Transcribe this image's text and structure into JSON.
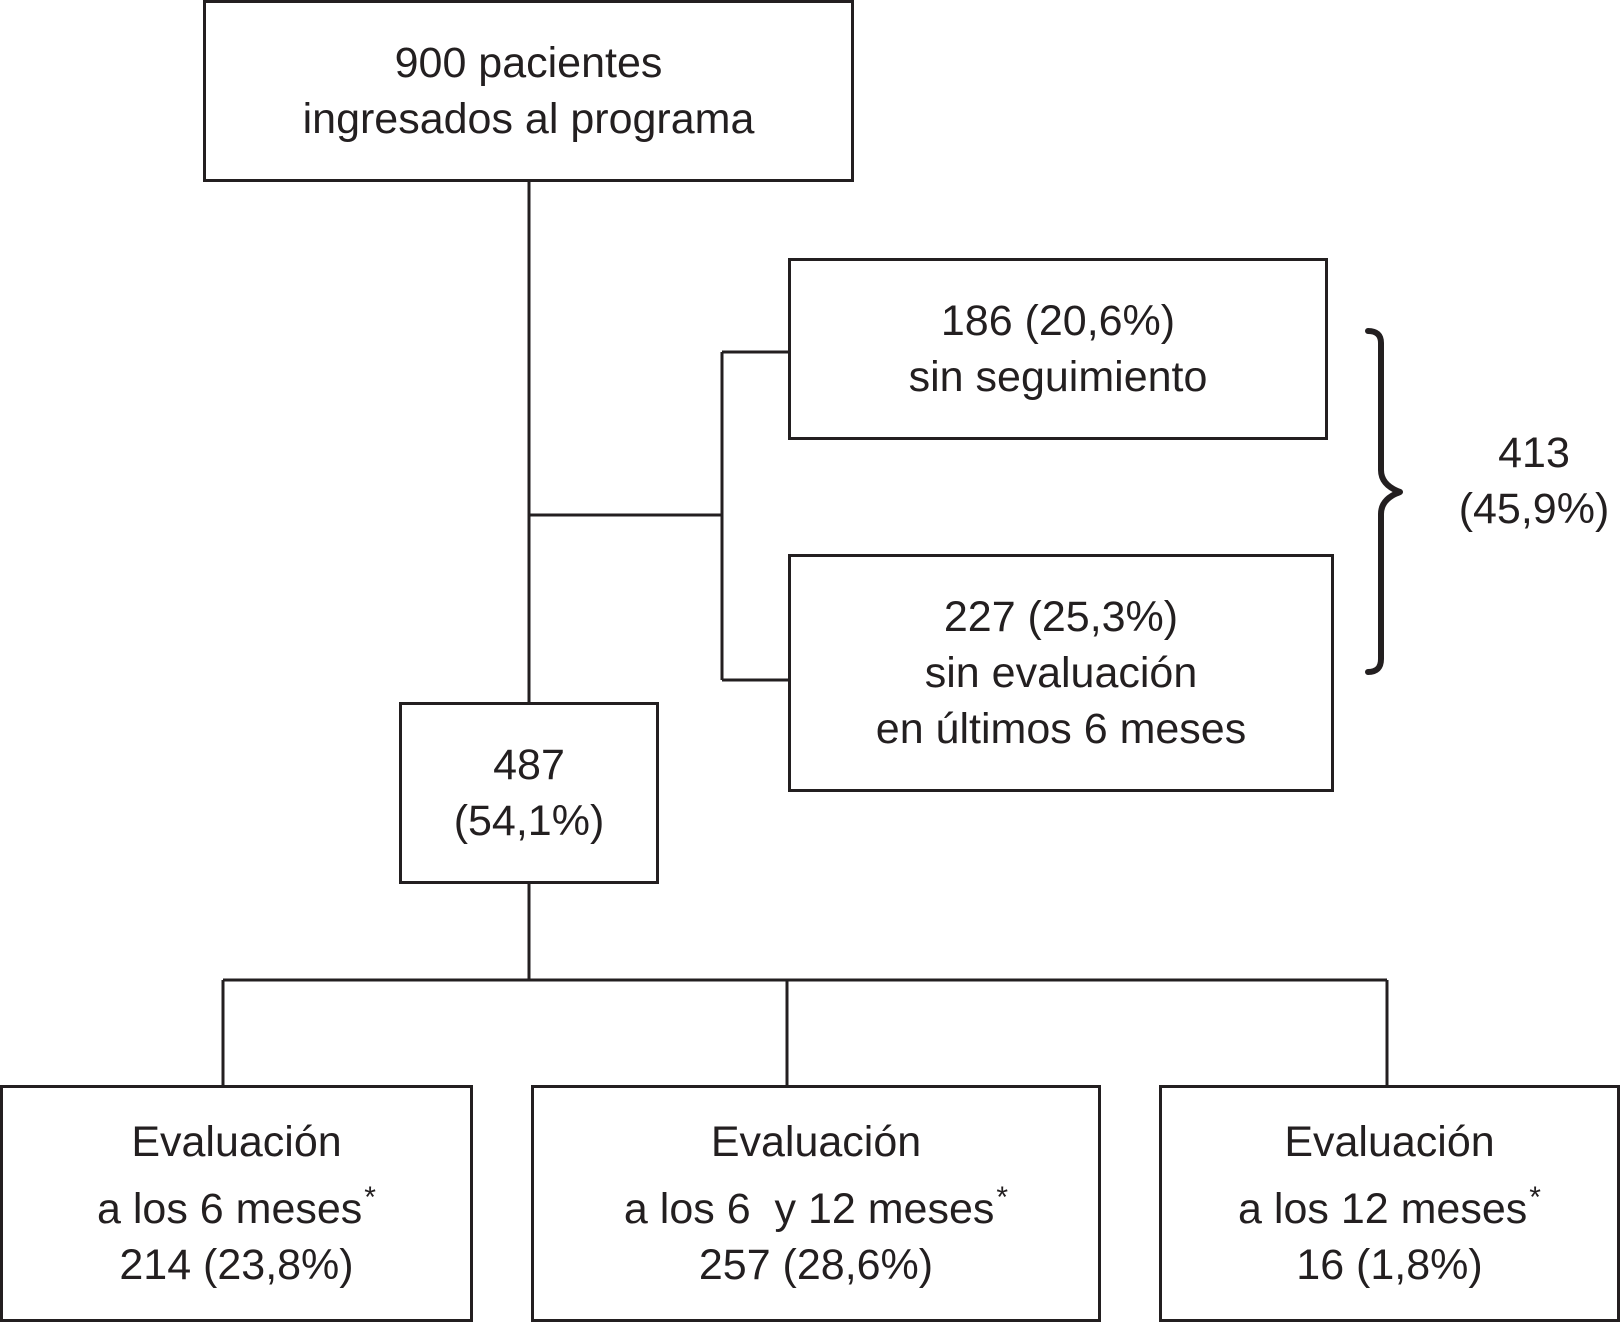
{
  "diagram": {
    "total": {
      "line1": "900 pacientes",
      "line2": "ingresados al programa"
    },
    "sin_seguimiento": {
      "line1": "186 (20,6%)",
      "line2": "sin seguimiento"
    },
    "sin_evaluacion": {
      "line1": "227 (25,3%)",
      "line2": "sin evaluación",
      "line3": "en últimos 6 meses"
    },
    "lost_total": {
      "line1": "413",
      "line2": "(45,9%)"
    },
    "evaluated": {
      "line1": "487",
      "line2": "(54,1%)"
    },
    "outcomes": [
      {
        "line1": "Evaluación",
        "line2": "a los 6 meses",
        "marker": "*",
        "line3": "214 (23,8%)"
      },
      {
        "line1": "Evaluación",
        "line2": "a los 6  y 12 meses",
        "marker": "*",
        "line3": "257 (28,6%)"
      },
      {
        "line1": "Evaluación",
        "line2": "a los 12 meses",
        "marker": "*",
        "line3": "16 (1,8%)"
      }
    ]
  }
}
